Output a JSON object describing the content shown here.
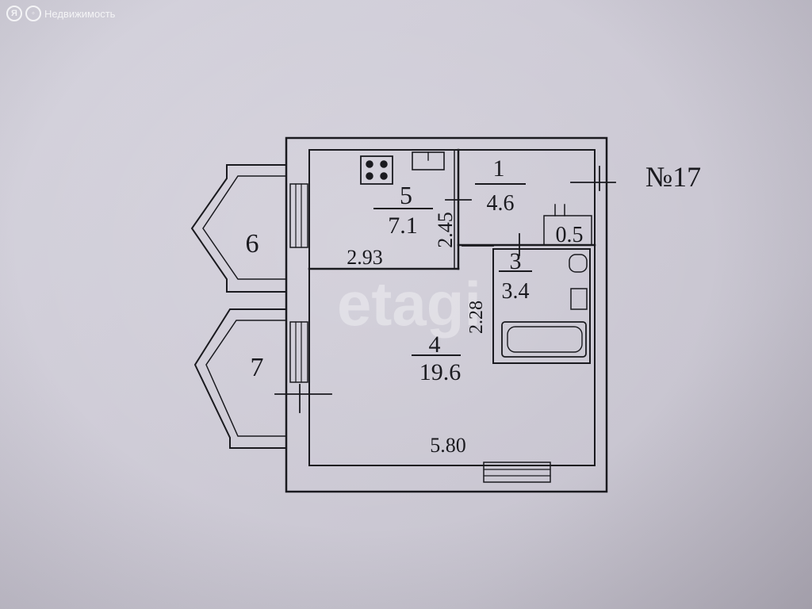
{
  "brand": {
    "logo_glyph": "Я",
    "name": "Недвижимость"
  },
  "watermark": "etagi",
  "apartment_number": "№17",
  "rooms": [
    {
      "id": "1",
      "area": "4.6"
    },
    {
      "id": "3",
      "area": "3.4"
    },
    {
      "id": "4",
      "area": "19.6"
    },
    {
      "id": "5",
      "area": "7.1"
    },
    {
      "id": "6"
    },
    {
      "id": "7"
    }
  ],
  "closet_area": "0.5",
  "dimensions": {
    "kitchen_width": "2.93",
    "kitchen_depth": "2.45",
    "bath_depth": "2.28",
    "living_width": "5.80"
  },
  "colors": {
    "ink": "#1a1a1f",
    "paper": "#d2d0da",
    "logo": "#f4f4f6"
  }
}
